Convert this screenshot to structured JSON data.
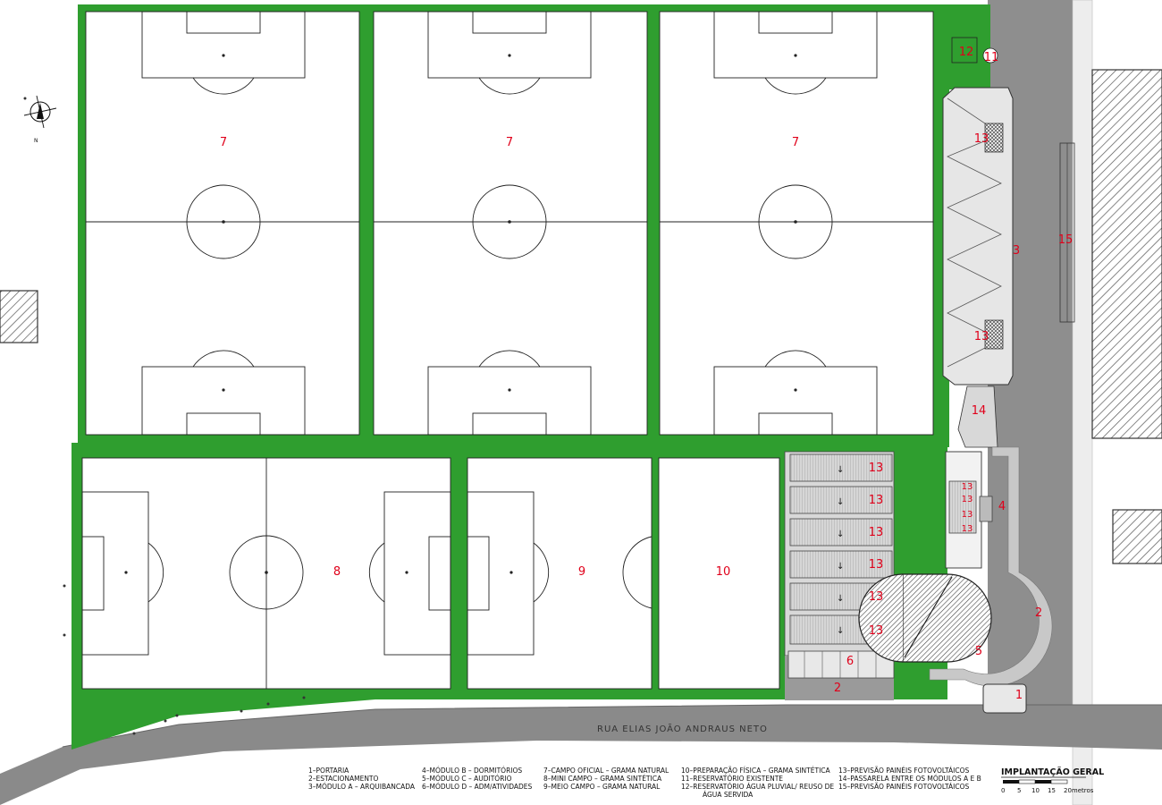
{
  "drawing": {
    "title": "IMPLANTAÇÃO GERAL",
    "road_name": "RUA ELIAS JOÃO ANDRAUS NETO",
    "north_label": "N",
    "scale": {
      "ticks": [
        "0",
        "5",
        "10",
        "15",
        "20metros"
      ]
    }
  },
  "colors": {
    "grass": "#2f9e2f",
    "field": "#ffffff",
    "paving": "#9e9e9e",
    "road": "#8a8a8a",
    "label": "#e0001a"
  },
  "labels": {
    "campo_oficial_1": "7",
    "campo_oficial_2": "7",
    "campo_oficial_3": "7",
    "mini_campo": "8",
    "meio_campo": "9",
    "preparacao_fisica": "10",
    "reservatorio_existente": "11",
    "reservatorio_pluvial": "12",
    "solar_a_top": "13",
    "solar_a_bottom": "13",
    "solar_b_1": "13",
    "solar_b_2": "13",
    "solar_b_3": "13",
    "solar_b_4": "13",
    "solar_c_1": "13",
    "solar_c_2": "13",
    "solar_c_3": "13",
    "solar_c_4": "13",
    "solar_c_5": "13",
    "solar_c_6": "13",
    "passarela": "14",
    "solar_15": "15",
    "modulo_a": "3",
    "modulo_b": "4",
    "modulo_c": "5",
    "modulo_d": "6",
    "estacionamento_1": "2",
    "estacionamento_2": "2",
    "portaria": "1"
  },
  "legend": {
    "col1": [
      "1–PORTARIA",
      "2–ESTACIONAMENTO",
      "3–MÓDULO A – ARQUIBANCADA"
    ],
    "col2": [
      "4–MÓDULO B – DORMITÓRIOS",
      "5–MÓDULO C – AUDITÓRIO",
      "6–MÓDULO D – ADM/ATIVIDADES"
    ],
    "col3": [
      "7–CAMPO OFICIAL – GRAMA NATURAL",
      "8–MINI CAMPO – GRAMA SINTÉTICA",
      "9–MEIO CAMPO – GRAMA NATURAL"
    ],
    "col4": [
      "10–PREPARAÇÃO FÍSICA – GRAMA SINTÉTICA",
      "11–RESERVATÓRIO EXISTENTE",
      "12–RESERVATÓRIO ÁGUA PLUVIAL/ REUSO DE",
      "ÁGUA SERVIDA"
    ],
    "col5": [
      "13–PREVISÃO PAINÉIS FOTOVOLTÁICOS",
      "14–PASSARELA ENTRE OS MÓDULOS A E B",
      "15–PREVISÃO PAINÉIS FOTOVOLTÁICOS"
    ]
  }
}
